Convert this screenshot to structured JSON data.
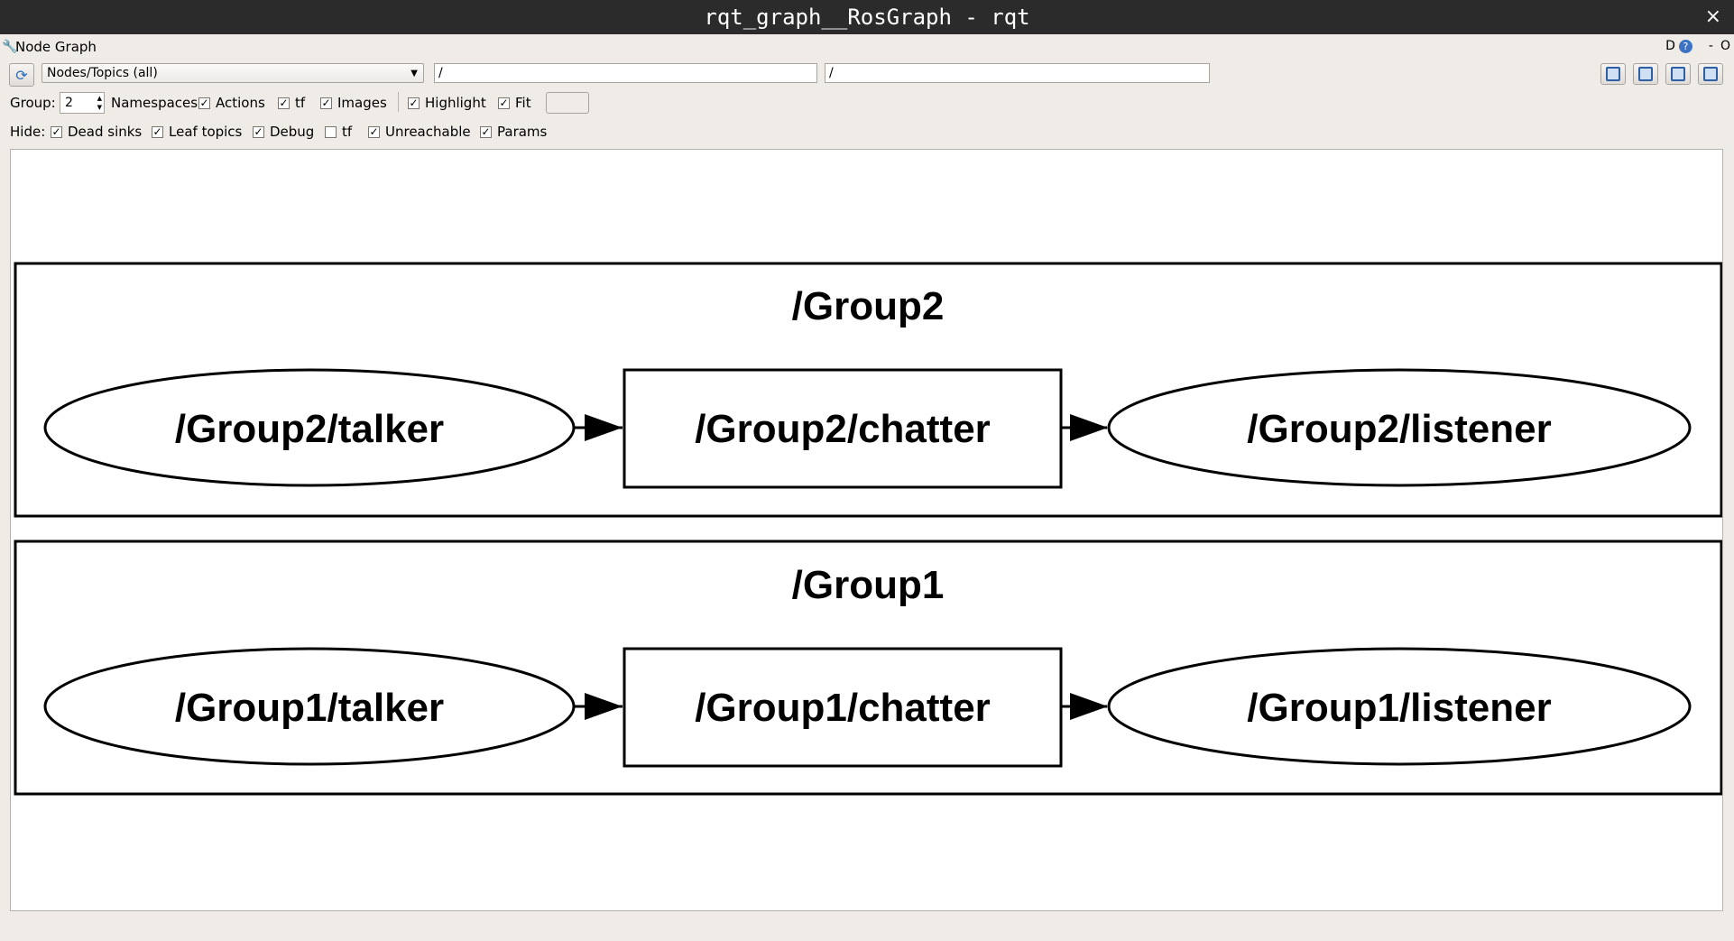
{
  "window": {
    "title": "rqt_graph__RosGraph - rqt",
    "close_glyph": "×"
  },
  "dock": {
    "title": "Node Graph",
    "right_d": "D",
    "right_help": "?",
    "right_minus": "-",
    "right_o": "O"
  },
  "toolbar": {
    "combo_value": "Nodes/Topics (all)",
    "filter1_value": "/",
    "filter2_value": "/"
  },
  "options": {
    "group_label": "Group:",
    "group_value": "2",
    "namespaces": "Namespaces",
    "actions": {
      "label": "Actions",
      "checked": true
    },
    "tf": {
      "label": "tf",
      "checked": true
    },
    "images": {
      "label": "Images",
      "checked": true
    },
    "highlight": {
      "label": "Highlight",
      "checked": true
    },
    "fit": {
      "label": "Fit",
      "checked": true
    }
  },
  "hide": {
    "label": "Hide:",
    "dead_sinks": {
      "label": "Dead sinks",
      "checked": true
    },
    "leaf_topics": {
      "label": "Leaf topics",
      "checked": true
    },
    "debug": {
      "label": "Debug",
      "checked": true
    },
    "tf": {
      "label": "tf",
      "checked": false
    },
    "unreachable": {
      "label": "Unreachable",
      "checked": true
    },
    "params": {
      "label": "Params",
      "checked": true
    }
  },
  "graph": {
    "clusters": [
      {
        "title": "/Group2",
        "talker": "/Group2/talker",
        "topic": "/Group2/chatter",
        "listener": "/Group2/listener"
      },
      {
        "title": "/Group1",
        "talker": "/Group1/talker",
        "topic": "/Group1/chatter",
        "listener": "/Group1/listener"
      }
    ]
  },
  "check_glyph": "✓"
}
